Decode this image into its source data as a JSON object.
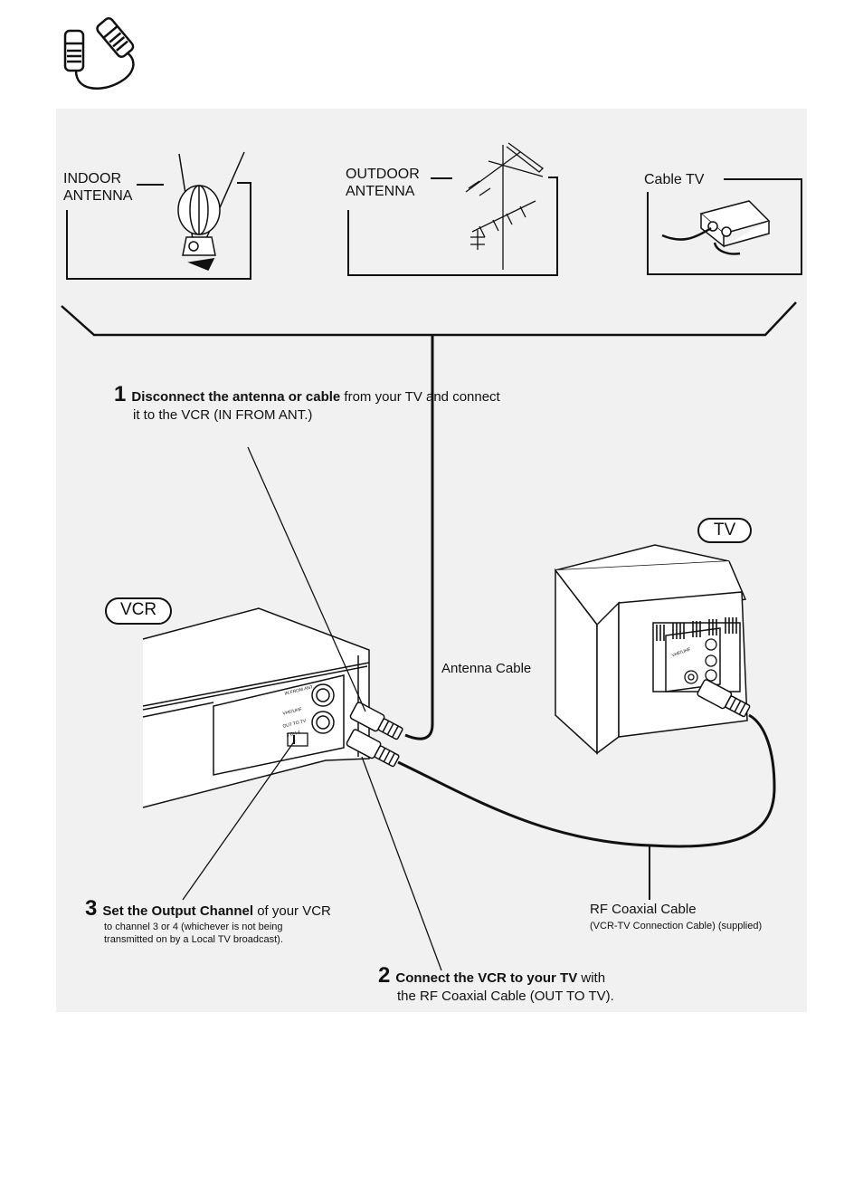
{
  "sources": {
    "indoor": {
      "line1": "INDOOR",
      "line2": "ANTENNA"
    },
    "outdoor": {
      "line1": "OUTDOOR",
      "line2": "ANTENNA"
    },
    "cable": {
      "label": "Cable TV"
    }
  },
  "devices": {
    "vcr": "VCR",
    "tv": "TV"
  },
  "vcr_panel": {
    "in_from_ant": "IN FROM ANT.",
    "vhf_uhf": "VHF/UHF",
    "out_to_tv": "OUT TO TV",
    "ch_switch": "3 CH 4"
  },
  "tv_panel": {
    "vhf_uhf": "VHF/UHF"
  },
  "cables": {
    "antenna": "Antenna Cable",
    "rf": "RF Coaxial Cable",
    "rf_note": "(VCR-TV Connection Cable) (supplied)"
  },
  "steps": {
    "s1": {
      "num": "1",
      "bold": "Disconnect the antenna or cable",
      "rest_a": " from your TV and connect",
      "rest_b": "it to the VCR (IN FROM ANT.)"
    },
    "s2": {
      "num": "2",
      "bold": "Connect the VCR to your TV",
      "rest_a": " with",
      "rest_b": "the RF Coaxial Cable (OUT TO TV)."
    },
    "s3": {
      "num": "3",
      "bold": "Set the Output Channel",
      "rest_a": " of your VCR",
      "note_a": "to channel 3 or 4 (whichever is not being",
      "note_b": "transmitted on by a Local TV broadcast)."
    }
  }
}
